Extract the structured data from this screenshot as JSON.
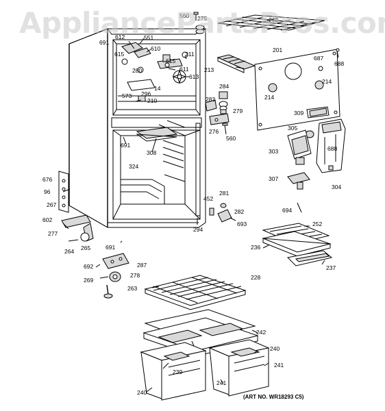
{
  "watermark": "AppliancePartsPros.com",
  "art_number": "(ART NO. WR18293 C5)",
  "part_labels": {
    "p560a": "560",
    "p275": "275",
    "p212": "212",
    "p691a": "691",
    "p612": "612",
    "p551": "551",
    "p610": "610",
    "p615a": "615",
    "p280": "280",
    "p615b": "615",
    "p611": "611",
    "p211": "211",
    "p613": "613",
    "p213": "213",
    "p201": "201",
    "p687": "687",
    "p688a": "688",
    "p14": "14",
    "p573": "573",
    "p296": "296",
    "p210": "210",
    "p284": "284",
    "p214a": "214",
    "p214b": "214",
    "p283": "283",
    "p279": "279",
    "p309": "309",
    "p276": "276",
    "p560b": "560",
    "p305": "305",
    "p691b": "691",
    "p308": "308",
    "p303": "303",
    "p688b": "688",
    "p324": "324",
    "p676": "676",
    "p96": "96",
    "p307": "307",
    "p304": "304",
    "p267": "267",
    "p452": "452",
    "p281": "281",
    "p694": "694",
    "p282": "282",
    "p602": "602",
    "p693": "693",
    "p277": "277",
    "p294": "294",
    "p252": "252",
    "p264": "264",
    "p265": "265",
    "p691c": "691",
    "p236": "236",
    "p692": "692",
    "p287": "287",
    "p237": "237",
    "p269": "269",
    "p278": "278",
    "p228": "228",
    "p263": "263",
    "p242": "242",
    "p240a": "240",
    "p239": "239",
    "p241a": "241",
    "p241b": "241",
    "p240b": "240"
  }
}
